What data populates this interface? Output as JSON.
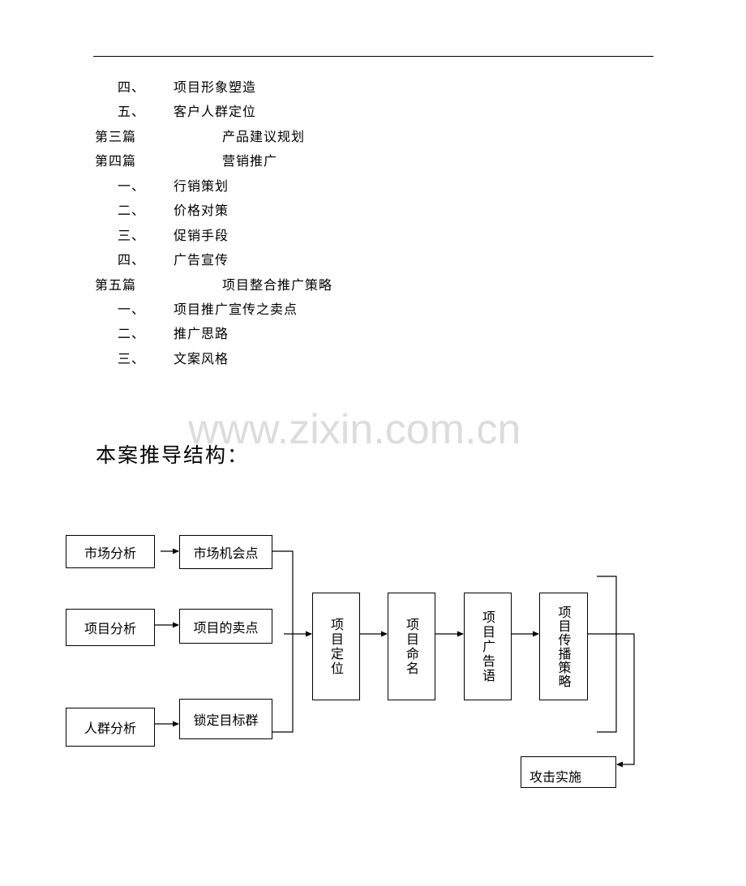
{
  "toc": {
    "items": [
      {
        "num": "四、",
        "text": "项目形象塑造"
      },
      {
        "num": "五、",
        "text": "客户人群定位"
      },
      {
        "num": "第三篇",
        "text": "产品建议规划"
      },
      {
        "num": "第四篇",
        "text": "营销推广"
      },
      {
        "num": "一、",
        "text": "行销策划"
      },
      {
        "num": "二、",
        "text": "价格对策"
      },
      {
        "num": "三、",
        "text": "促销手段"
      },
      {
        "num": "四、",
        "text": "广告宣传"
      },
      {
        "num": "第五篇",
        "text": "项目整合推广策略"
      },
      {
        "num": "一、",
        "text": "项目推广宣传之卖点"
      },
      {
        "num": "二、",
        "text": "推广思路"
      },
      {
        "num": "三、",
        "text": "文案风格"
      }
    ]
  },
  "watermark": "www.zixin.com.cn",
  "heading": "本案推导结构：",
  "diagram": {
    "analysis": [
      "市场分析",
      "项目分析",
      "人群分析"
    ],
    "findings": [
      "市场机会点",
      "项目的卖点",
      "锁定目标群"
    ],
    "steps": [
      "项目定位",
      "项目命名",
      "项目广告语",
      "项目传播策略"
    ],
    "final": "攻击实施"
  }
}
